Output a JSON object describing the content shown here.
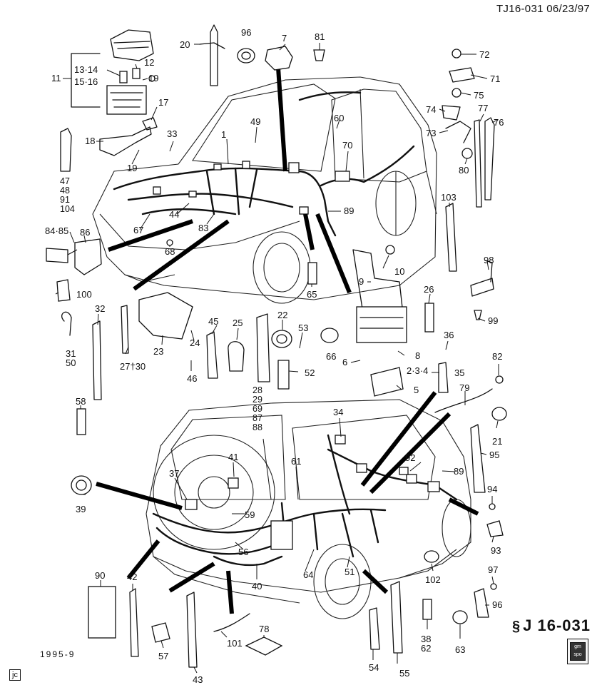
{
  "header": {
    "code": "TJ16-031 06/23/97"
  },
  "footer": {
    "date": "1995-9",
    "initials": "jc",
    "ident_mark": "§",
    "ident": "J 16-031",
    "gm_badge": "gm spo"
  },
  "callouts": [
    "1",
    "2·3·4",
    "5",
    "6",
    "7",
    "8",
    "9",
    "10",
    "11",
    "12",
    "13·14",
    "15·16",
    "17",
    "18",
    "19",
    "19",
    "20",
    "21",
    "22",
    "23",
    "24",
    "25",
    "26",
    "27†30",
    "28 29 69 87 88",
    "31 50",
    "32",
    "33",
    "34",
    "35",
    "36",
    "37",
    "38 62",
    "39",
    "40",
    "41",
    "42",
    "43",
    "44",
    "45",
    "46",
    "47 48 91 104",
    "49",
    "51",
    "52",
    "53",
    "54",
    "55",
    "56",
    "57",
    "58",
    "59",
    "60",
    "61",
    "63",
    "64",
    "65",
    "66",
    "67",
    "68",
    "70",
    "71",
    "72",
    "73",
    "74",
    "75",
    "76",
    "77",
    "78",
    "79",
    "80",
    "81",
    "82",
    "83",
    "84·85",
    "86",
    "89",
    "89",
    "90",
    "92",
    "93",
    "94",
    "95",
    "96",
    "96",
    "97",
    "98",
    "99",
    "100",
    "101",
    "102",
    "103"
  ]
}
